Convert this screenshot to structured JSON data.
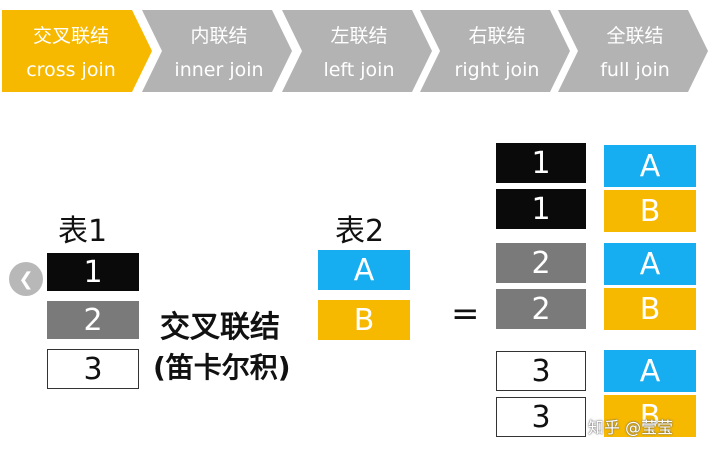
{
  "steps": [
    {
      "zh": "交叉联结",
      "en": "cross join",
      "active": true
    },
    {
      "zh": "内联结",
      "en": "inner join",
      "active": false
    },
    {
      "zh": "左联结",
      "en": "left join",
      "active": false
    },
    {
      "zh": "右联结",
      "en": "right join",
      "active": false
    },
    {
      "zh": "全联结",
      "en": "full join",
      "active": false
    }
  ],
  "colors": {
    "active": "#f7b800",
    "inactive": "#b3b3b3",
    "black": "#0a0a0a",
    "gray": "#7a7a7a",
    "blue": "#16aef0",
    "yellow": "#f7b800"
  },
  "table1": {
    "title": "表1",
    "rows": [
      "1",
      "2",
      "3"
    ]
  },
  "table2": {
    "title": "表2",
    "rows": [
      "A",
      "B"
    ]
  },
  "operation": {
    "line1": "交叉联结",
    "line2": "(笛卡尔积)"
  },
  "equals": "=",
  "result": {
    "left": [
      "1",
      "1",
      "2",
      "2",
      "3",
      "3"
    ],
    "right": [
      "A",
      "B",
      "A",
      "B",
      "A",
      "B"
    ]
  },
  "watermark": "知乎 @莹莹",
  "icons": {
    "prev": "chevron-left-icon"
  }
}
